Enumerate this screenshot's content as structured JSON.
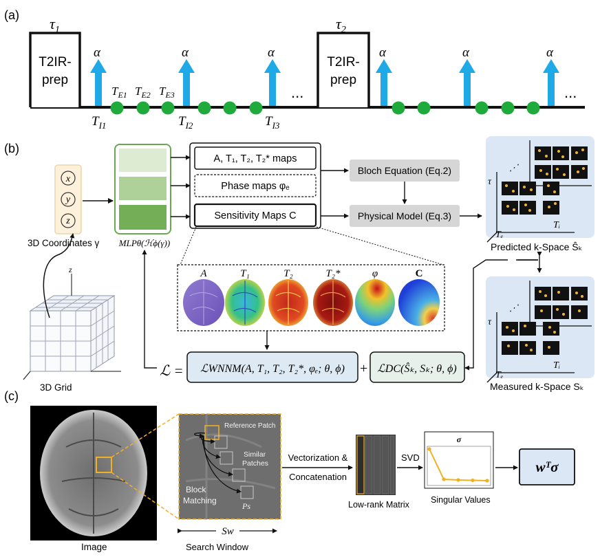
{
  "colors": {
    "pulse_blue": "#1fa9e6",
    "dot_green": "#1faa3c",
    "mlp_dark": "#74ae57",
    "mlp_mid": "#aed19a",
    "mlp_light": "#dcebd2",
    "mlp_border": "#6aa84f",
    "panel_blue": "#dbe7f4",
    "gray_box": "#d6d6d6",
    "loss_box": "#dde9f3",
    "coords_bg": "#fdf1dc",
    "param_green": "#3c8a2c",
    "highlight_orange": "#f3b021"
  },
  "panel_a": {
    "label": "(a)",
    "prep1": {
      "line1": "T2IR-",
      "line2": "prep",
      "tau": "τ",
      "tau_sub": "1"
    },
    "prep2": {
      "line1": "T2IR-",
      "line2": "prep",
      "tau": "τ",
      "tau_sub": "2"
    },
    "alpha": "α",
    "ellipsis": "...",
    "te_labels": [
      {
        "base": "T",
        "sub": "E1"
      },
      {
        "base": "T",
        "sub": "E2"
      },
      {
        "base": "T",
        "sub": "E3"
      }
    ],
    "ti_labels": [
      {
        "base": "T",
        "sub": "I1"
      },
      {
        "base": "T",
        "sub": "I2"
      },
      {
        "base": "T",
        "sub": "I3"
      }
    ]
  },
  "panel_b": {
    "label": "(b)",
    "coords": {
      "x": "x",
      "y": "y",
      "z": "z",
      "caption": "3D Coordinates γ"
    },
    "grid_caption": "3D Grid",
    "grid_axis_z": "z",
    "mlp_caption": "MLPθ(ℋϕ(γ))",
    "maps_box": "A, T₁, T₂, T₂* maps",
    "phase_box": "Phase maps φₑ",
    "sens_box": "Sensitivity Maps C",
    "bloch": "Bloch Equation (Eq.2)",
    "physical": "Physical Model (Eq.3)",
    "predicted_caption": "Predicted k-Space Ŝₖ",
    "measured_caption": "Measured k-Space Sₖ",
    "kspace_axis_tau": "τ",
    "kspace_axis_te": "Tₑ",
    "kspace_axis_ti": "Tᵢ",
    "map_labels": [
      "A",
      "T₁",
      "T₂",
      "T₂*",
      "φ",
      "C"
    ],
    "loss_lhs": "ℒ =",
    "loss_wnnm": "ℒWNNM(A, T₁, T₂, T₂*, φₑ; θ, ϕ)",
    "loss_plus": "+",
    "loss_dc": "ℒDC(Ŝₖ, Sₖ; θ, ϕ)"
  },
  "panel_c": {
    "label": "(c)",
    "image_caption": "Image",
    "search_caption": "Search Window",
    "sw_label": "Sw",
    "reference_patch": "Reference Patch",
    "similar_patches_1": "Similar",
    "similar_patches_2": "Patches",
    "block_matching_1": "Block",
    "block_matching_2": "Matching",
    "ps_label": "Ps",
    "vectorization_1": "Vectorization &",
    "vectorization_2": "Concatenation",
    "lowrank_caption": "Low-rank Matrix",
    "svd": "SVD",
    "sigma": "σ",
    "singular_caption": "Singular Values",
    "singular_values": [
      1.0,
      0.12,
      0.1,
      0.09,
      0.08
    ],
    "result": "wᵀσ"
  }
}
